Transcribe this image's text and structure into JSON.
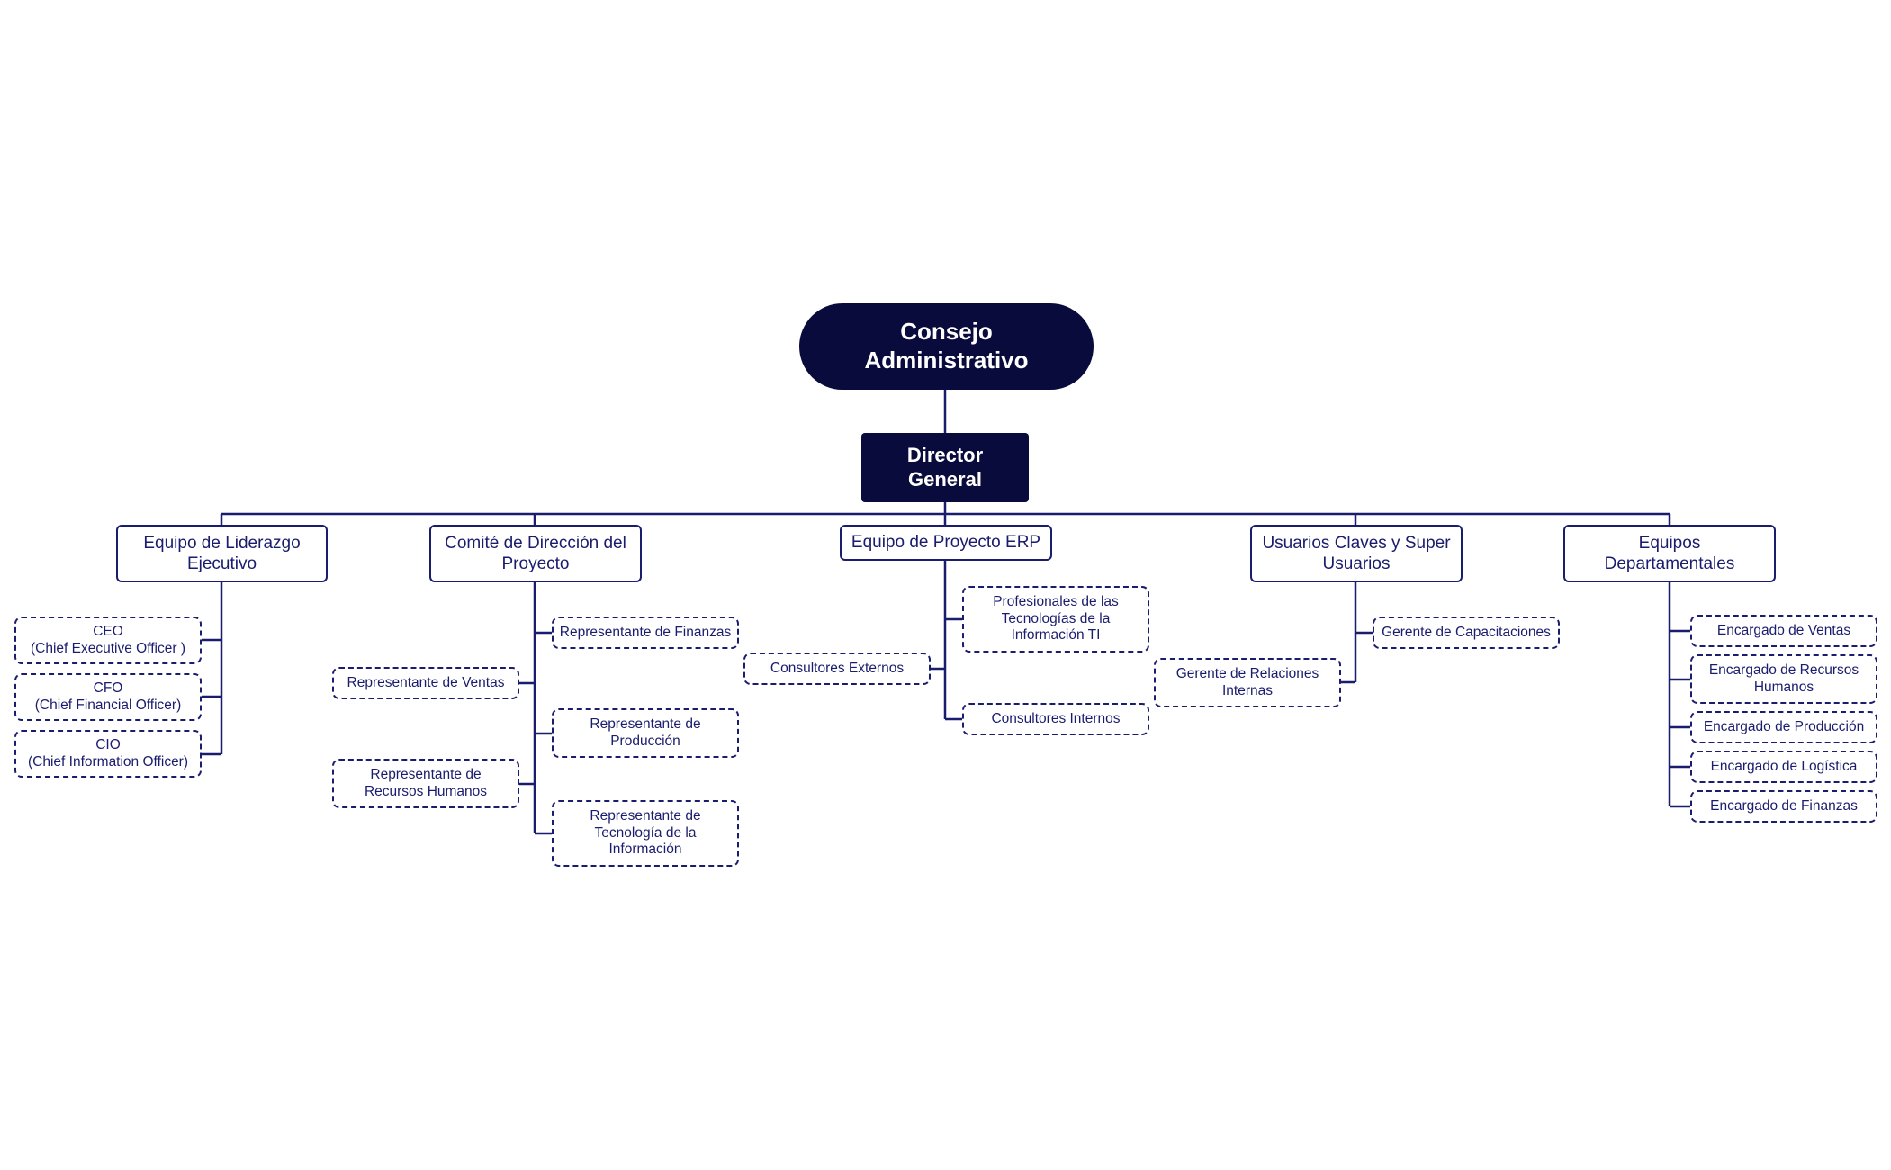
{
  "colors": {
    "primary": "#0a0b3d",
    "line": "#1a1c6e",
    "background": "#ffffff"
  },
  "root": {
    "label": "Consejo\nAdministrativo"
  },
  "director": {
    "label": "Director\nGeneral"
  },
  "teams": [
    {
      "label": "Equipo de Liderazgo\nEjecutivo",
      "members": [
        "CEO\n(Chief Executive Officer )",
        "CFO\n(Chief Financial Officer)",
        "CIO\n(Chief Information Officer)"
      ]
    },
    {
      "label": "Comité de Dirección del\nProyecto",
      "members": [
        "Representante de Finanzas",
        "Representante de Ventas",
        "Representante de\nProducción",
        "Representante de\nRecursos Humanos",
        "Representante de\nTecnología de la\nInformación"
      ]
    },
    {
      "label": "Equipo de Proyecto ERP",
      "members": [
        "Profesionales de las\nTecnologías de la\nInformación TI",
        "Consultores Externos",
        "Consultores Internos"
      ]
    },
    {
      "label": "Usuarios Claves y Super\nUsuarios",
      "members": [
        "Gerente de Capacitaciones",
        "Gerente de Relaciones\nInternas"
      ]
    },
    {
      "label": "Equipos\nDepartamentales",
      "members": [
        "Encargado de Ventas",
        "Encargado de Recursos\nHumanos",
        "Encargado de Producción",
        "Encargado de Logística",
        "Encargado de Finanzas"
      ]
    }
  ]
}
